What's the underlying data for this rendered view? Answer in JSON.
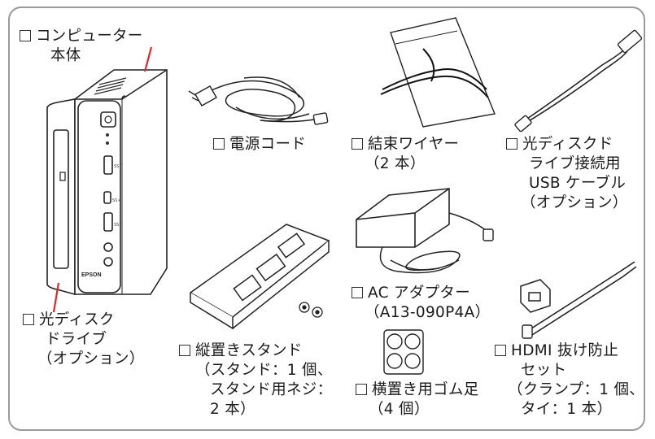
{
  "items": [
    {
      "id": "computer",
      "lines": [
        "コンピューター",
        "本体"
      ]
    },
    {
      "id": "power_cord",
      "lines": [
        "電源コード"
      ]
    },
    {
      "id": "cable_ties",
      "lines": [
        "結束ワイヤー",
        "（2 本）"
      ]
    },
    {
      "id": "optical_usb_cable",
      "lines": [
        "光ディスクド",
        "ライブ接続用",
        "USB ケーブル",
        "（オプション）"
      ]
    },
    {
      "id": "ac_adapter",
      "lines": [
        "AC アダプター",
        "（A13-090P4A）"
      ]
    },
    {
      "id": "optical_drive",
      "lines": [
        "光ディスク",
        "ドライブ",
        "（オプション）"
      ]
    },
    {
      "id": "stand",
      "lines": [
        "縦置きスタンド",
        "（スタンド：1 個、",
        "スタンド用ネジ：",
        "2 本）"
      ]
    },
    {
      "id": "rubber_feet",
      "lines": [
        "横置き用ゴム足",
        "（4 個）"
      ]
    },
    {
      "id": "hdmi_set",
      "lines": [
        "HDMI 抜け防止",
        "セット",
        "（クランプ：1 個、",
        "タイ：1 本）"
      ]
    }
  ],
  "device": {
    "brand_text": "EPSON",
    "port_labels": [
      "SS⚡",
      "SS⚡",
      "SS⚡"
    ]
  },
  "colors": {
    "frame": "#9a9a9a",
    "leader_line": "#e0262b",
    "text": "#1a1a1a"
  }
}
